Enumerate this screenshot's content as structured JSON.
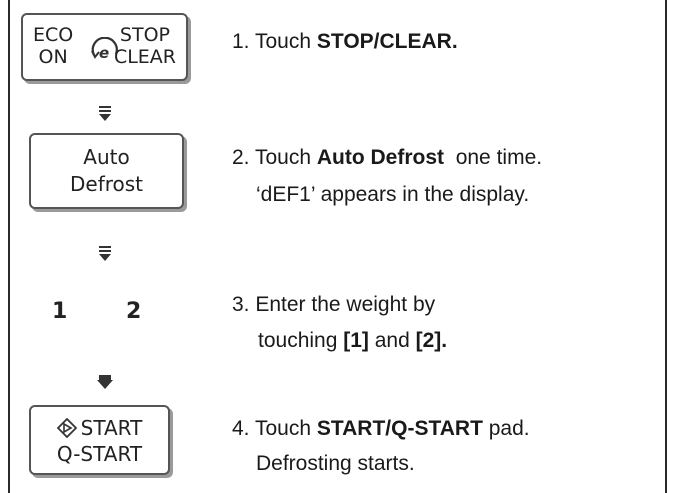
{
  "buttons": {
    "eco_on_top": "ECO",
    "eco_on_bottom": "ON",
    "stop_top": "STOP",
    "stop_bottom": "CLEAR",
    "auto_defrost_top": "Auto",
    "auto_defrost_bottom": "Defrost",
    "start_top": "START",
    "start_bottom": "Q-START"
  },
  "keys": {
    "key1": "1",
    "key2": "2"
  },
  "steps": [
    {
      "number": "1.",
      "pre": "Touch ",
      "bold": "STOP/CLEAR.",
      "post": "",
      "line2": "",
      "line2_bold": ""
    },
    {
      "number": "2.",
      "pre": "Touch ",
      "bold": "Auto Defrost",
      "post": "  one time.",
      "line2": "‘dEF1’ appears in the display.",
      "line2_bold": ""
    },
    {
      "number": "3.",
      "pre": "Enter the weight by",
      "bold": "",
      "post": "",
      "line2": "touching ",
      "line2_bold": "[1]",
      "line2_mid": " and ",
      "line2_bold2": "[2]."
    },
    {
      "number": "4.",
      "pre": "Touch ",
      "bold": "START/Q-START",
      "post": " pad.",
      "line2": "Defrosting starts.",
      "line2_bold": ""
    }
  ],
  "icons": [
    "eco-e-icon",
    "start-diamond-icon",
    "down-arrow-icon"
  ]
}
